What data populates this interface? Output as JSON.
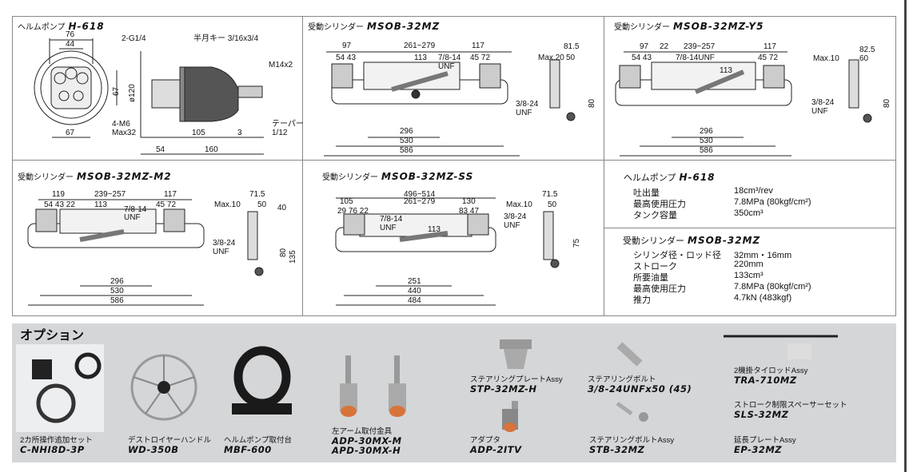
{
  "panels": {
    "pump": {
      "label": "ヘルムポンプ",
      "model": "H-618",
      "dims": [
        "76",
        "44",
        "2-G1/4",
        "半月キー 3/16x3/4",
        "M14x2",
        "67",
        "ø120",
        "4-M6",
        "Max32",
        "105",
        "3",
        "テーパー",
        "1/12",
        "67",
        "54",
        "160"
      ]
    },
    "cyl": {
      "label": "受動シリンダー",
      "model": "MSOB-32MZ",
      "dims": [
        "97",
        "261~279",
        "117",
        "54  43",
        "113",
        "7/8-14",
        "UNF",
        "45   72",
        "Max.20",
        "81.5",
        "50",
        "3/8-24",
        "UNF",
        "80",
        "296",
        "530",
        "586"
      ]
    },
    "y5": {
      "label": "受動シリンダー",
      "model": "MSOB-32MZ-Y5",
      "dims": [
        "97",
        "22",
        "239~257",
        "117",
        "54  43",
        "7/8-14UNF",
        "45   72",
        "113",
        "82.5",
        "Max.10",
        "60",
        "3/8-24",
        "UNF",
        "80",
        "296",
        "530",
        "586"
      ]
    },
    "m2": {
      "label": "受動シリンダー",
      "model": "MSOB-32MZ-M2",
      "dims": [
        "119",
        "239~257",
        "117",
        "54 43 22",
        "113",
        "7/8-14",
        "UNF",
        "45  72",
        "Max.10",
        "71.5",
        "50",
        "40",
        "3/8-24",
        "UNF",
        "80",
        "135",
        "296",
        "530",
        "586"
      ]
    },
    "ss": {
      "label": "受動シリンダー",
      "model": "MSOB-32MZ-SS",
      "dims": [
        "496~514",
        "105",
        "261~279",
        "130",
        "29 76 22",
        "7/8-14",
        "UNF",
        "113",
        "83  47",
        "Max.10",
        "71.5",
        "50",
        "3/8-24",
        "UNF",
        "75",
        "251",
        "440",
        "484"
      ]
    }
  },
  "specs": {
    "pump": {
      "label": "ヘルムポンプ",
      "model": "H-618",
      "rows": [
        [
          "吐出量",
          "18cm³/rev"
        ],
        [
          "最高使用圧力",
          "7.8MPa (80kgf/cm²)"
        ],
        [
          "タンク容量",
          "350cm³"
        ]
      ]
    },
    "cyl": {
      "label": "受動シリンダー",
      "model": "MSOB-32MZ",
      "rows": [
        [
          "シリンダ径・ロッド径",
          "32mm・16mm"
        ],
        [
          "ストローク",
          "220mm"
        ],
        [
          "所要油量",
          "133cm³"
        ],
        [
          "最高使用圧力",
          "7.8MPa (80kgf/cm²)"
        ],
        [
          "推力",
          "4.7kN (483kgf)"
        ]
      ]
    }
  },
  "options": {
    "title": "オプション",
    "items": [
      {
        "label": "2カ所操作追加セット",
        "code": "C-NHI8D-3P"
      },
      {
        "label": "デストロイヤーハンドル",
        "code": "WD-350B"
      },
      {
        "label": "ヘルムポンプ取付台",
        "code": "MBF-600"
      },
      {
        "label": "左アーム取付金具",
        "code": "ADP-30MX-M",
        "code2": "APD-30MX-H"
      },
      {
        "label": "ステアリングプレートAssy",
        "code": "STP-32MZ-H"
      },
      {
        "label": "アダプタ",
        "code": "ADP-2ITV"
      },
      {
        "label": "ステアリングボルト",
        "code": "3/8-24UNFx50 (45)"
      },
      {
        "label": "ステアリングボルトAssy",
        "code": "STB-32MZ"
      },
      {
        "label": "2機掛タイロッドAssy",
        "code": "TRA-710MZ"
      },
      {
        "label": "ストローク制限スペーサーセット",
        "code": "SLS-32MZ"
      },
      {
        "label": "延長プレートAssy",
        "code": "EP-32MZ"
      }
    ]
  },
  "colors": {
    "panel_bg": "#d4d6d8",
    "border": "#888888",
    "copper": "#d8733a"
  }
}
